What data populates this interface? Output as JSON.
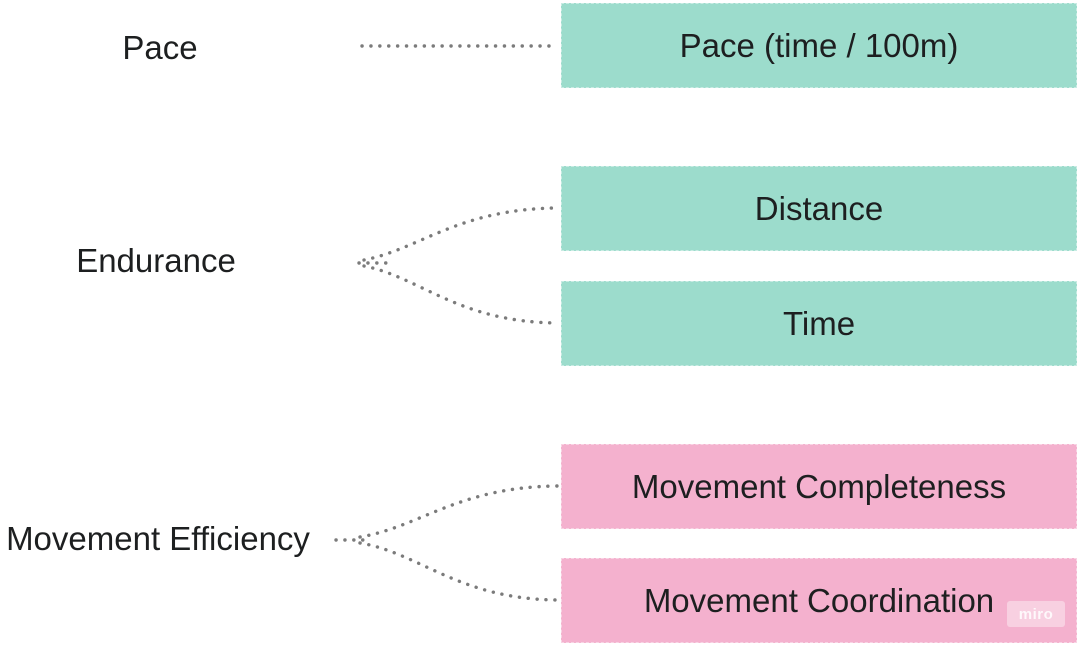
{
  "diagram": {
    "text_color": "#1d1f20",
    "connector_color": "#7b7b7b",
    "colors": {
      "teal": "#9cdccc",
      "pink": "#f4b1ce"
    },
    "sources": [
      {
        "label": "Pace"
      },
      {
        "label": "Endurance"
      },
      {
        "label": "Movement Efficiency"
      }
    ],
    "nodes": [
      {
        "label": "Pace (time / 100m)",
        "color": "#9cdccc"
      },
      {
        "label": "Distance",
        "color": "#9cdccc"
      },
      {
        "label": "Time",
        "color": "#9cdccc"
      },
      {
        "label": "Movement Completeness",
        "color": "#f4b1ce"
      },
      {
        "label": "Movement Coordination",
        "color": "#f4b1ce"
      }
    ],
    "links": [
      {
        "from": "Pace",
        "to": [
          "Pace (time / 100m)"
        ]
      },
      {
        "from": "Endurance",
        "to": [
          "Distance",
          "Time"
        ]
      },
      {
        "from": "Movement Efficiency",
        "to": [
          "Movement Completeness",
          "Movement Coordination"
        ]
      }
    ]
  },
  "watermark": {
    "label": "miro"
  }
}
